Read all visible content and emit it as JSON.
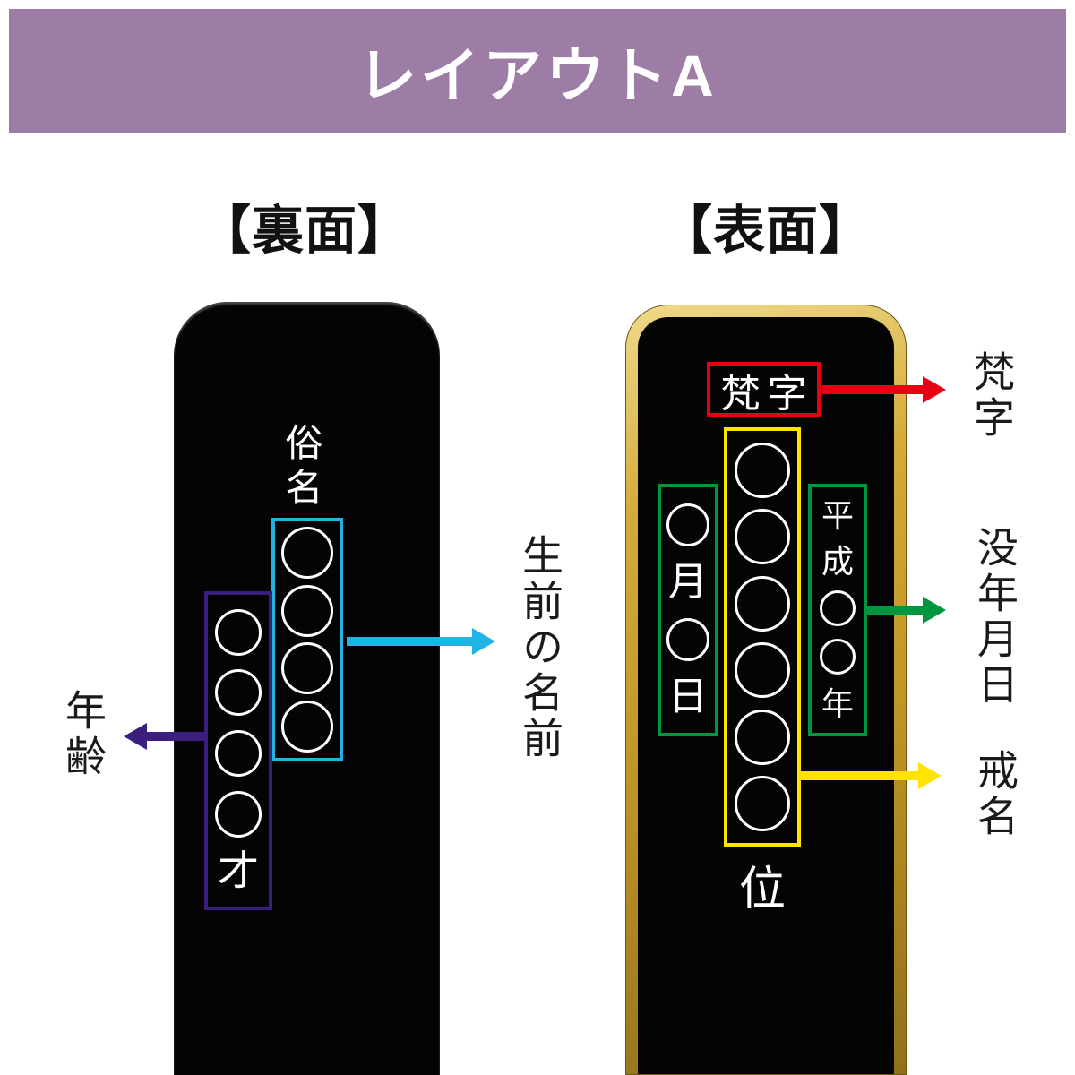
{
  "banner": {
    "title": "レイアウトA"
  },
  "back_panel": {
    "header": "【裏面】",
    "zokumyo_label": "俗名",
    "name_column": [
      "○",
      "○",
      "○",
      "○"
    ],
    "age_column": [
      "○",
      "○",
      "○",
      "○",
      "才"
    ],
    "name_annotation": "生前の名前",
    "age_annotation": "年齢"
  },
  "front_panel": {
    "header": "【表面】",
    "bonji_box": "梵字",
    "kaimyo_column": [
      "○",
      "○",
      "○",
      "○",
      "○",
      "○"
    ],
    "kurai_label": "位",
    "date_day_column": [
      "○",
      "月",
      "○",
      "日"
    ],
    "date_year_column": [
      "平",
      "成",
      "○",
      "○",
      "年"
    ],
    "bonji_annotation": "梵字",
    "date_annotation": "没年月日",
    "kaimyo_annotation": "戒名"
  },
  "colors": {
    "banner_purple": "#9d7ca6",
    "name_cyan": "#20b4e6",
    "age_purple": "#3b1e7e",
    "bonji_red": "#e60012",
    "date_green": "#009640",
    "kaimyo_yellow": "#ffe400",
    "tablet_black": "#040404",
    "frame_gold": "#c79c2e"
  }
}
